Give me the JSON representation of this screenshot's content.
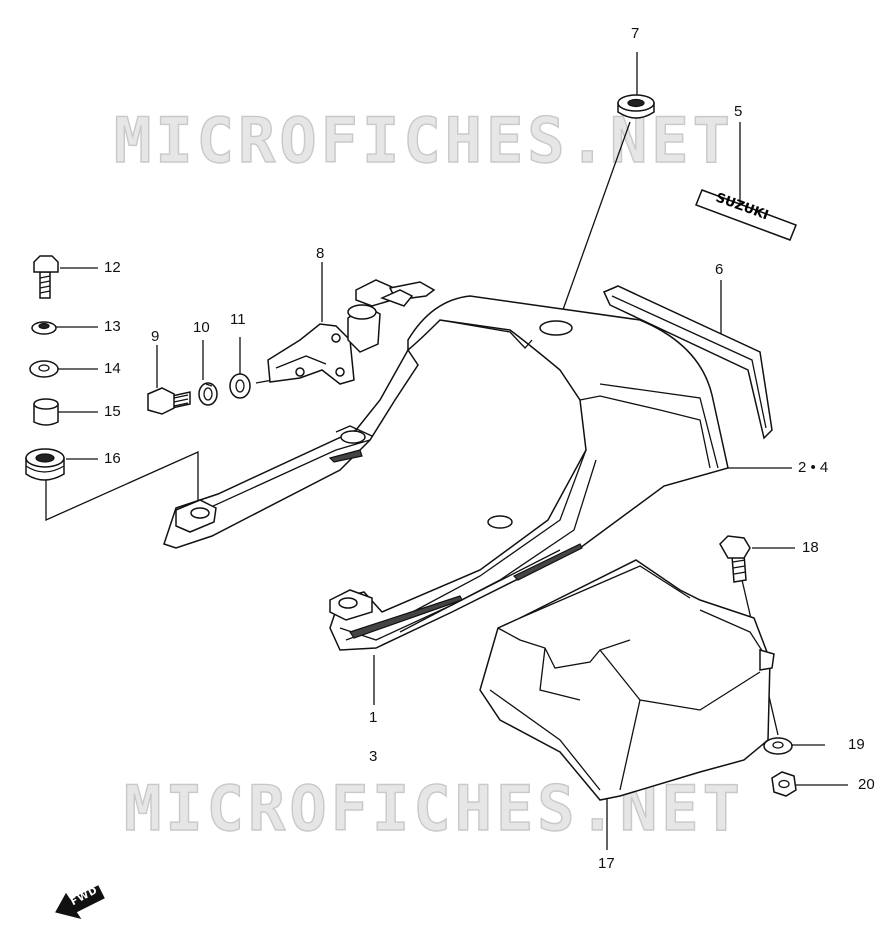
{
  "watermark": "MICROFICHES.NET",
  "fwd_label": "FWD",
  "callouts": [
    {
      "id": "1",
      "text": "1"
    },
    {
      "id": "3",
      "text": "3"
    },
    {
      "id": "2-4",
      "text": "2 • 4"
    },
    {
      "id": "5",
      "text": "5"
    },
    {
      "id": "6",
      "text": "6"
    },
    {
      "id": "7",
      "text": "7"
    },
    {
      "id": "8",
      "text": "8"
    },
    {
      "id": "9",
      "text": "9"
    },
    {
      "id": "10",
      "text": "10"
    },
    {
      "id": "11",
      "text": "11"
    },
    {
      "id": "12",
      "text": "12"
    },
    {
      "id": "13",
      "text": "13"
    },
    {
      "id": "14",
      "text": "14"
    },
    {
      "id": "15",
      "text": "15"
    },
    {
      "id": "16",
      "text": "16"
    },
    {
      "id": "17",
      "text": "17"
    },
    {
      "id": "18",
      "text": "18"
    },
    {
      "id": "19",
      "text": "19"
    },
    {
      "id": "20",
      "text": "20"
    }
  ]
}
